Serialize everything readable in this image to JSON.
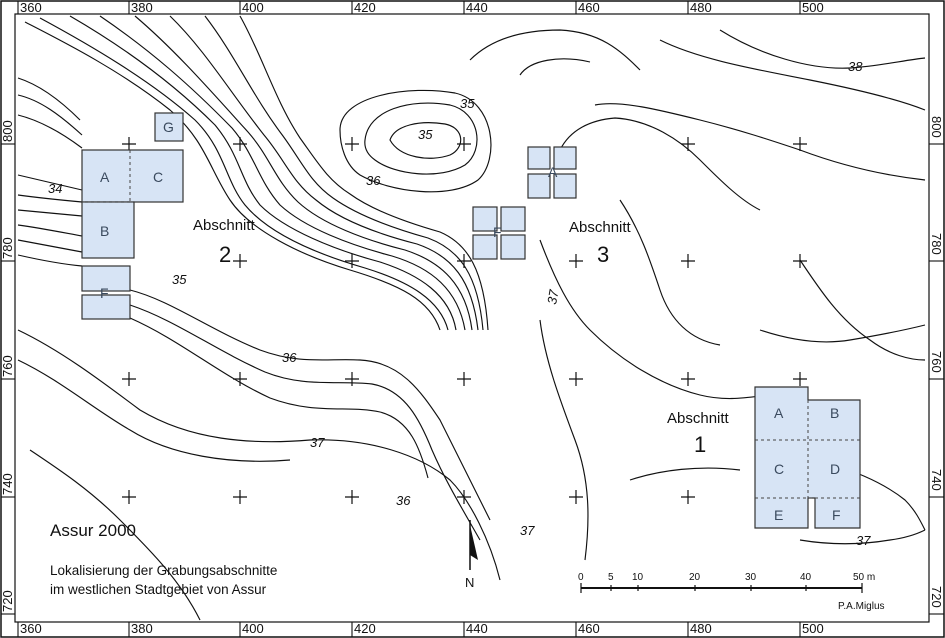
{
  "map": {
    "title": "Assur 2000",
    "caption_line1": "Lokalisierung der Grabungsabschnitte",
    "caption_line2": "im westlichen Stadtgebiet von Assur",
    "credit": "P.A.Miglus",
    "north_label": "N",
    "colors": {
      "trench_fill": "#d7e4f5",
      "ink": "#111111"
    },
    "grid": {
      "x_labels": [
        "360",
        "380",
        "400",
        "420",
        "440",
        "460",
        "480",
        "500"
      ],
      "y_labels": [
        "800",
        "780",
        "760",
        "740",
        "720"
      ]
    },
    "contour_labels": [
      "34",
      "35",
      "36",
      "37",
      "38",
      "35",
      "36",
      "35",
      "37",
      "36",
      "37",
      "37"
    ],
    "scale": {
      "labels": [
        "0",
        "5",
        "10",
        "20",
        "30",
        "40",
        "50 m"
      ]
    },
    "sections": {
      "s1": {
        "word": "Abschnitt",
        "number": "1",
        "trenches": [
          "A",
          "B",
          "C",
          "D",
          "E",
          "F"
        ]
      },
      "s2": {
        "word": "Abschnitt",
        "number": "2",
        "trenches": [
          "A",
          "C",
          "B",
          "G",
          "F"
        ]
      },
      "s3": {
        "word": "Abschnitt",
        "number": "3",
        "trenches": [
          "A",
          "F"
        ]
      }
    }
  }
}
